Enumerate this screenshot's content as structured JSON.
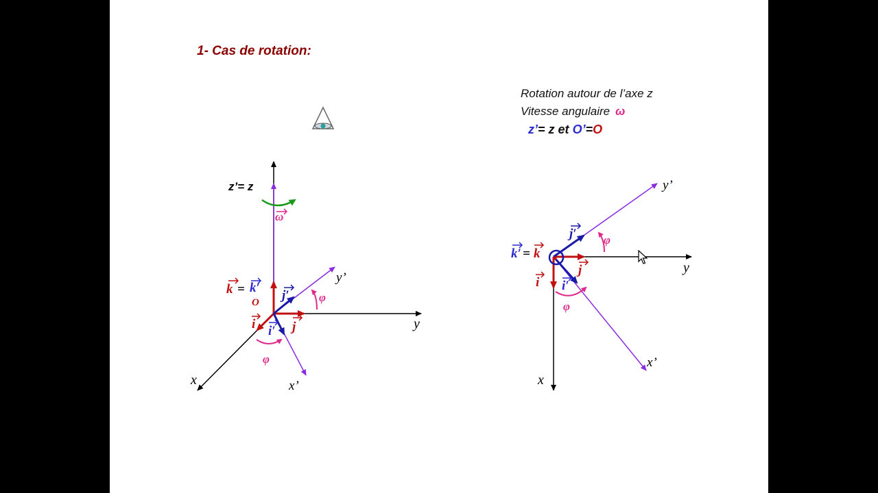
{
  "slide": {
    "heading": "1- Cas de rotation:",
    "description": {
      "line1": "Rotation autour de l’axe z",
      "line2": "Vitesse angulaire",
      "omega_symbol": "ω",
      "line3_z": "z’",
      "line3_eq": "= z et",
      "line3_O_prime": "O’",
      "line3_eq2": "=",
      "line3_O": "O"
    }
  },
  "diagram_left": {
    "axis_z_label": "z’= z",
    "axis_y_label": "y",
    "axis_x_label": "x",
    "axis_y_prime_label": "y’",
    "axis_x_prime_label": "x’",
    "omega_label": "ω",
    "k_label": "k",
    "equals": "=",
    "k_prime_label": "k′",
    "origin_label": "O",
    "j_prime_label": "j′",
    "i_label": "i",
    "i_prime_label": "i′",
    "j_label": "j",
    "phi_top": "φ",
    "phi_bottom": "φ"
  },
  "diagram_right": {
    "axis_y_prime_label": "y’",
    "axis_y_label": "y",
    "axis_x_label": "x",
    "axis_x_prime_label": "x’",
    "k_prime_label": "k′",
    "equals": "=",
    "k_label": "k",
    "j_prime_label": "j′",
    "j_label": "j",
    "i_label": "i",
    "i_prime_label": "i′",
    "phi_top": "φ",
    "phi_bottom": "φ"
  },
  "colors": {
    "heading": "#8b0000",
    "black_axis": "#000000",
    "purple_axis": "#8a2be2",
    "red_vector": "#c01010",
    "blue_vector": "#1a1aa8",
    "magenta_angle": "#e0288a",
    "green_rotation": "#1a9a1a"
  }
}
